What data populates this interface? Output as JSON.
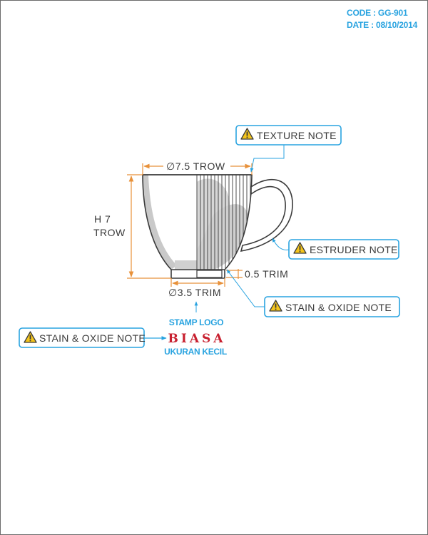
{
  "header": {
    "code": "CODE : GG-901",
    "date": "DATE : 08/10/2014"
  },
  "dimensions": {
    "top_diameter": "∅7.5 TROW",
    "height_line1": "H 7",
    "height_line2": "TROW",
    "foot_diameter": "∅3.5 TRIM",
    "foot_trim": "0.5 TRIM"
  },
  "notes": {
    "texture": "TEXTURE NOTE",
    "estruder": "ESTRUDER NOTE",
    "stain_oxide_right": "STAIN & OXIDE NOTE",
    "stain_oxide_left": "STAIN & OXIDE NOTE"
  },
  "stamp": {
    "label": "STAMP LOGO",
    "logo": "BIASA",
    "size_note": "UKURAN KECIL"
  },
  "colors": {
    "accent_blue": "#29a3e0",
    "dimension_orange": "#e8913a",
    "warning_yellow": "#f4c51c",
    "logo_red": "#c8202f",
    "line": "#3a3a3a"
  },
  "icons": [
    "warning-icon"
  ]
}
